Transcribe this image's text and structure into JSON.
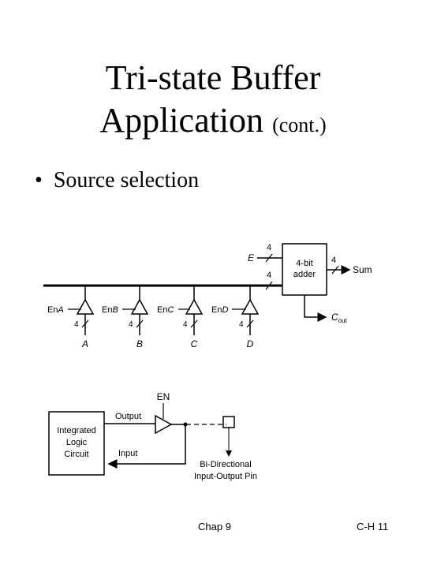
{
  "slide": {
    "title_line1": "Tri-state Buffer",
    "title_line2": "Application",
    "title_suffix": "(cont.)",
    "bullet": "Source selection"
  },
  "diagram_top": {
    "e_label": "E",
    "e_width": "4",
    "bus_width": "4",
    "adder_line1": "4-bit",
    "adder_line2": "adder",
    "sum_width": "4",
    "sum_label": "Sum",
    "cout_main": "C",
    "cout_sub": "out",
    "buffers": [
      {
        "en_main": "En",
        "en_var": "A",
        "width": "4",
        "input": "A"
      },
      {
        "en_main": "En",
        "en_var": "B",
        "width": "4",
        "input": "B"
      },
      {
        "en_main": "En",
        "en_var": "C",
        "width": "4",
        "input": "C"
      },
      {
        "en_main": "En",
        "en_var": "D",
        "width": "4",
        "input": "D"
      }
    ]
  },
  "diagram_bottom": {
    "en_label": "EN",
    "ic_line1": "Integrated",
    "ic_line2": "Logic",
    "ic_line3": "Circuit",
    "output_label": "Output",
    "input_label": "Input",
    "pin_line1": "Bi-Directional",
    "pin_line2": "Input-Output Pin"
  },
  "footer": {
    "left": "Chap 9",
    "right": "C-H 11"
  }
}
